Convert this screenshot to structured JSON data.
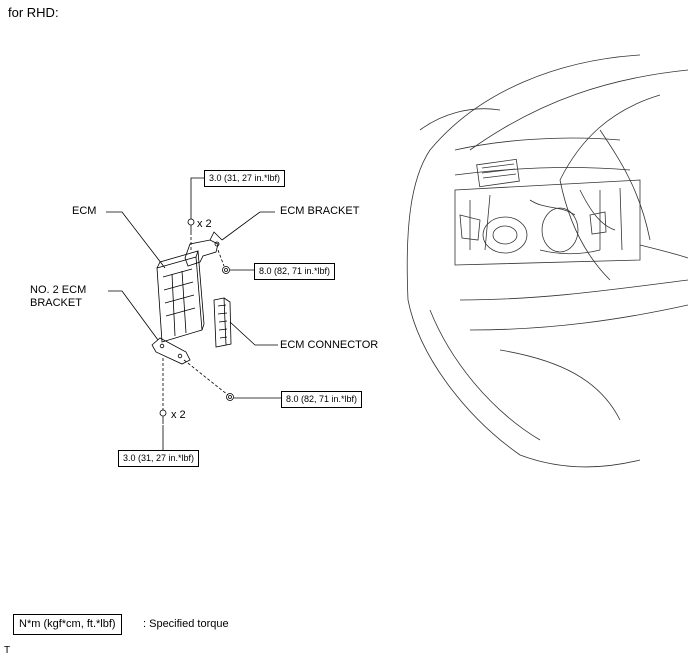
{
  "header": {
    "text": "for RHD:"
  },
  "labels": {
    "ecm": "ECM",
    "ecm_bracket": "ECM BRACKET",
    "no2_line1": "NO. 2 ECM",
    "no2_line2": "BRACKET",
    "ecm_connector": "ECM CONNECTOR",
    "qty_top": "x 2",
    "qty_bottom": "x 2"
  },
  "torques": {
    "top_bolt": "3.0 (31, 27 in.*lbf)",
    "bracket_nut": "8.0 (82, 71 in.*lbf)",
    "lower_nut": "8.0 (82, 71 in.*lbf)",
    "bottom_bolt": "3.0 (31, 27 in.*lbf)"
  },
  "legend": {
    "box": "N*m (kgf*cm, ft.*lbf)",
    "desc": ": Specified torque"
  },
  "footer": {
    "code": "T"
  }
}
